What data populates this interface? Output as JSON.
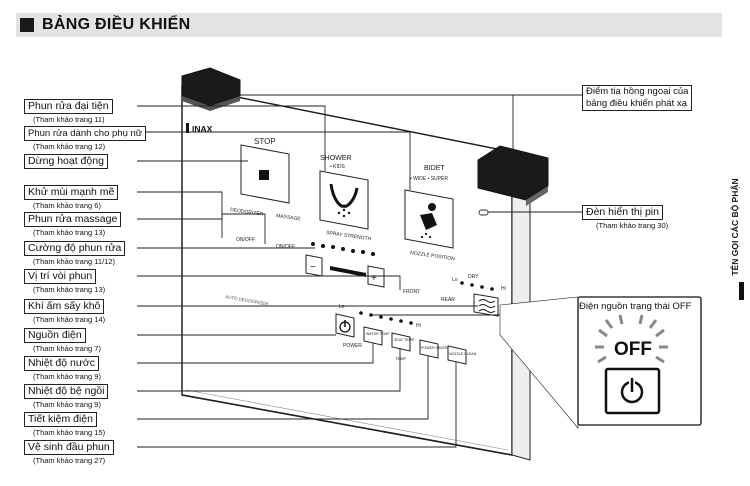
{
  "header": {
    "title": "BẢNG ĐIỀU KHIỂN"
  },
  "side_tab": {
    "text": "TÊN GỌI CÁC BỘ PHẬN"
  },
  "labels_left": [
    {
      "label": "Phun rửa đại tiện",
      "ref": "(Tham khảo trang 11)"
    },
    {
      "label": "Phun rửa dành cho phụ nữ",
      "ref": "(Tham khảo trang 12)"
    },
    {
      "label": "Dừng hoạt động",
      "ref": ""
    },
    {
      "label": "Khử mùi mạnh mẽ",
      "ref": "(Tham khảo trang 6)"
    },
    {
      "label": "Phun rửa massage",
      "ref": "(Tham khảo trang 13)"
    },
    {
      "label": "Cường độ phun rửa",
      "ref": "(Tham khảo trang 11/12)"
    },
    {
      "label": "Vị trí vòi phun",
      "ref": "(Tham khảo trang 13)"
    },
    {
      "label": "Khí ấm sấy khô",
      "ref": "(Tham khảo trang 14)"
    },
    {
      "label": "Nguồn điện",
      "ref": "(Tham khảo trang 7)"
    },
    {
      "label": "Nhiệt độ nước",
      "ref": "(Tham khảo trang 9)"
    },
    {
      "label": "Nhiệt độ bệ ngồi",
      "ref": "(Tham khảo trang 9)"
    },
    {
      "label": "Tiết kiệm điện",
      "ref": "(Tham khảo trang 15)"
    },
    {
      "label": "Vệ sinh đầu phun",
      "ref": "(Tham khảo trang 27)"
    }
  ],
  "labels_right": {
    "ir_line1": "Điểm tia hồng ngoại của",
    "ir_line2": "bảng điều khiển phát xạ",
    "battery_label": "Đèn hiển thị pin",
    "battery_ref": "(Tham khảo trang 30)",
    "power_off_label": "Điện nguồn trạng thái OFF",
    "off_text": "OFF"
  },
  "panel": {
    "brand": "INAX",
    "stop": "STOP",
    "shower": "SHOWER",
    "shower_sub": "• KIDS",
    "bidet": "BIDET",
    "bidet_sub": "• WIDE • SUPER",
    "deodorizer": "DEODORIZER",
    "massage": "MASSAGE",
    "on_off": "ON/OFF",
    "spray_strength": "SPRAY STRENGTH",
    "nozzle_position": "NOZZLE POSITION",
    "front": "FRONT",
    "rear": "REAR",
    "dry": "DRY",
    "lo": "Lo",
    "hi": "Hi",
    "power": "POWER",
    "water_temp": "WATER TEMP",
    "seat_temp": "SEAT TEMP",
    "power_saver": "POWER SAVER",
    "nozzle_clean": "NOZZLE CLEAN",
    "auto_deodorizer": "AUTO DEODORIZER",
    "temp": "TEMP",
    "minus": "−",
    "plus": "+"
  }
}
